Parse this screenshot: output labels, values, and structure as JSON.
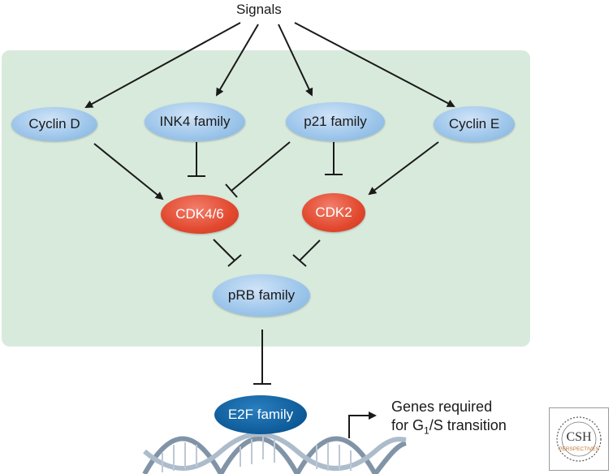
{
  "signals": "Signals",
  "nodes": {
    "cyclin_d": "Cyclin D",
    "ink4": "INK4 family",
    "p21": "p21 family",
    "cyclin_e": "Cyclin E",
    "cdk46": "CDK4/6",
    "cdk2": "CDK2",
    "prb": "pRB family",
    "e2f": "E2F family"
  },
  "genes": {
    "line1": "Genes required",
    "line2_prefix": "for G",
    "line2_sub": "1",
    "line2_suffix": "/S transition"
  },
  "logo": {
    "top": "CSH",
    "bottom": "PERSPECTIVES"
  },
  "colors": {
    "panel": "#d8eadc",
    "blue_node": "#9cc5ea",
    "red_node": "#e2492f",
    "e2f_node": "#0d5a98"
  }
}
